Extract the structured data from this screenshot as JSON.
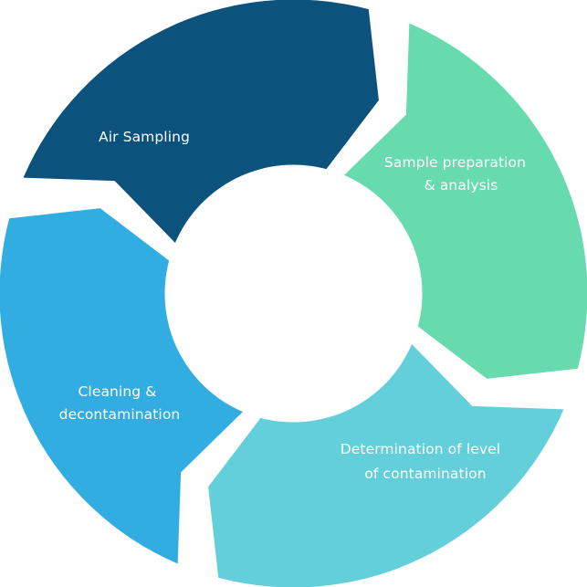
{
  "diagram": {
    "segments": [
      {
        "id": "air-sampling",
        "lines": [
          "Air Sampling"
        ],
        "color": "#0b527d"
      },
      {
        "id": "sample-preparation",
        "lines": [
          "Sample preparation",
          "& analysis"
        ],
        "color": "#67dbae"
      },
      {
        "id": "determination",
        "lines": [
          "Determination of level",
          "of contamination"
        ],
        "color": "#63cfdb"
      },
      {
        "id": "cleaning",
        "lines": [
          "Cleaning &",
          "decontamination"
        ],
        "color": "#32ade2"
      }
    ]
  }
}
